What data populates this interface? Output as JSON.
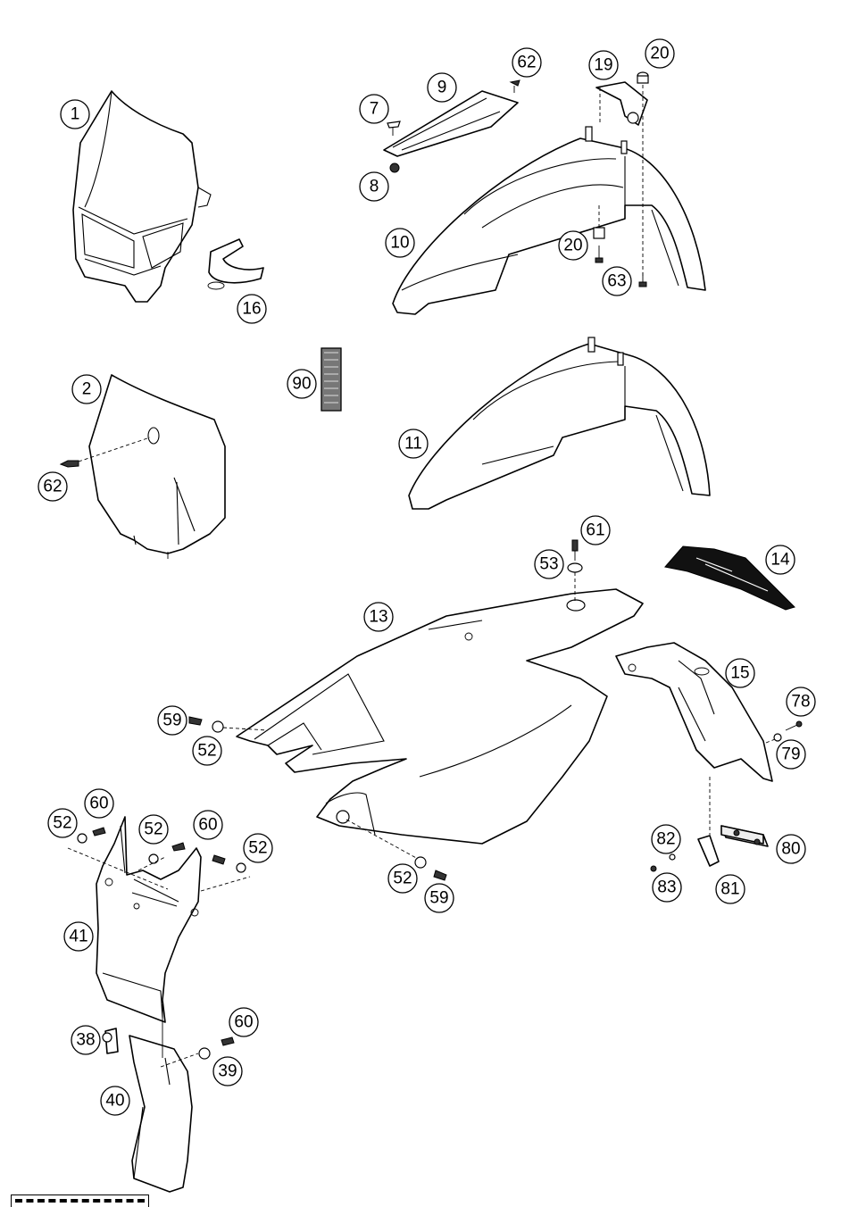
{
  "diagram": {
    "callouts": [
      {
        "id": "c1",
        "label": "1"
      },
      {
        "id": "c2",
        "label": "2"
      },
      {
        "id": "c7",
        "label": "7"
      },
      {
        "id": "c8",
        "label": "8"
      },
      {
        "id": "c9",
        "label": "9"
      },
      {
        "id": "c10",
        "label": "10"
      },
      {
        "id": "c11",
        "label": "11"
      },
      {
        "id": "c13",
        "label": "13"
      },
      {
        "id": "c14",
        "label": "14"
      },
      {
        "id": "c15",
        "label": "15"
      },
      {
        "id": "c16",
        "label": "16"
      },
      {
        "id": "c19",
        "label": "19"
      },
      {
        "id": "c20a",
        "label": "20"
      },
      {
        "id": "c20b",
        "label": "20"
      },
      {
        "id": "c38",
        "label": "38"
      },
      {
        "id": "c39",
        "label": "39"
      },
      {
        "id": "c40",
        "label": "40"
      },
      {
        "id": "c41",
        "label": "41"
      },
      {
        "id": "c52a",
        "label": "52"
      },
      {
        "id": "c52b",
        "label": "52"
      },
      {
        "id": "c52c",
        "label": "52"
      },
      {
        "id": "c52d",
        "label": "52"
      },
      {
        "id": "c52e",
        "label": "52"
      },
      {
        "id": "c53",
        "label": "53"
      },
      {
        "id": "c59a",
        "label": "59"
      },
      {
        "id": "c59b",
        "label": "59"
      },
      {
        "id": "c60a",
        "label": "60"
      },
      {
        "id": "c60b",
        "label": "60"
      },
      {
        "id": "c60c",
        "label": "60"
      },
      {
        "id": "c61",
        "label": "61"
      },
      {
        "id": "c62a",
        "label": "62"
      },
      {
        "id": "c62b",
        "label": "62"
      },
      {
        "id": "c63",
        "label": "63"
      },
      {
        "id": "c78",
        "label": "78"
      },
      {
        "id": "c79",
        "label": "79"
      },
      {
        "id": "c80",
        "label": "80"
      },
      {
        "id": "c81",
        "label": "81"
      },
      {
        "id": "c82",
        "label": "82"
      },
      {
        "id": "c83",
        "label": "83"
      },
      {
        "id": "c90",
        "label": "90"
      }
    ]
  }
}
